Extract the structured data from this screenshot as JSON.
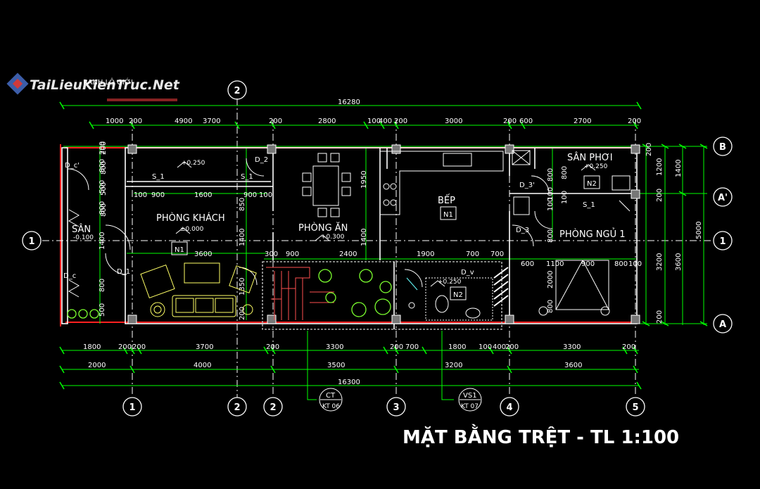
{
  "watermark": "TaiLieuKienTruc.Net",
  "drawing_title": "MẶT BẰNG TRỆT - TL 1:100",
  "boundary_label": "RANH LỘ GIỚI",
  "overall_dims": {
    "top": "16280",
    "bottom": "16300",
    "right": "5000"
  },
  "top_dims": [
    "1000",
    "200",
    "4900",
    "3700",
    "200",
    "2800",
    "100",
    "400",
    "200",
    "3000",
    "200",
    "600",
    "2700",
    "200"
  ],
  "inner_dims": [
    "100",
    "900",
    "1600",
    "900",
    "100",
    "300",
    "900",
    "2400",
    "1900",
    "700",
    "700",
    "600",
    "1100",
    "900",
    "800",
    "100",
    "3600"
  ],
  "bottom_dims_row1": [
    "1800",
    "200",
    "200",
    "3700",
    "200",
    "3300",
    "200",
    "700",
    "1800",
    "100",
    "400",
    "200",
    "3300",
    "200"
  ],
  "bottom_dims_row2": [
    "2000",
    "4000",
    "3500",
    "3200",
    "3600"
  ],
  "left_dims": [
    "200",
    "800",
    "500",
    "800",
    "1400",
    "800",
    "500"
  ],
  "right_dims": [
    "200",
    "1200",
    "200",
    "800",
    "100",
    "3200",
    "200",
    "1400",
    "3600"
  ],
  "col_dims": [
    "200",
    "800",
    "500",
    "800",
    "850",
    "1400",
    "1350",
    "200",
    "1950",
    "1400",
    "800",
    "100",
    "800",
    "2000",
    "800",
    "100"
  ],
  "grid_axes": {
    "columns": [
      "1",
      "2",
      "2",
      "3",
      "4",
      "5"
    ],
    "rows": [
      "B",
      "A'",
      "1",
      "1",
      "A"
    ]
  },
  "rooms": {
    "living": "PHÒNG KHÁCH",
    "dining": "PHÒNG ĂN",
    "kitchen": "BẾP",
    "drying_yard": "SÂN PHƠI",
    "bedroom": "PHÒNG NGỦ 1",
    "front_yard": "SÂN"
  },
  "levels": {
    "yard": "-0.100",
    "living": "±0.000",
    "living_top": "+0.250",
    "dining": "+0.300",
    "drying": "+0.250",
    "wc": "+0.250"
  },
  "tags": {
    "n1a": "N1",
    "n1b": "N1",
    "n2a": "N2",
    "n2b": "N2",
    "d_c_top": "D_c'",
    "d_c": "D_c",
    "d_1": "D_1",
    "d_2": "D_2",
    "d_3a": "D_3",
    "d_3b": "D_3'",
    "d_v": "D_v",
    "s_1a": "S_1",
    "s_1b": "S_1",
    "s_1c": "S_1"
  },
  "section_marks": [
    {
      "top": "CT",
      "bottom": "KT 06"
    },
    {
      "top": "VS1",
      "bottom": "KT 07"
    }
  ],
  "colors": {
    "wall": "#ffffff",
    "dim": "#00ff00",
    "axis": "#ffffff",
    "furniture": "#ffff66",
    "plant": "#7cff2f",
    "red_line": "#ff2020",
    "fixture": "#66ffff"
  }
}
